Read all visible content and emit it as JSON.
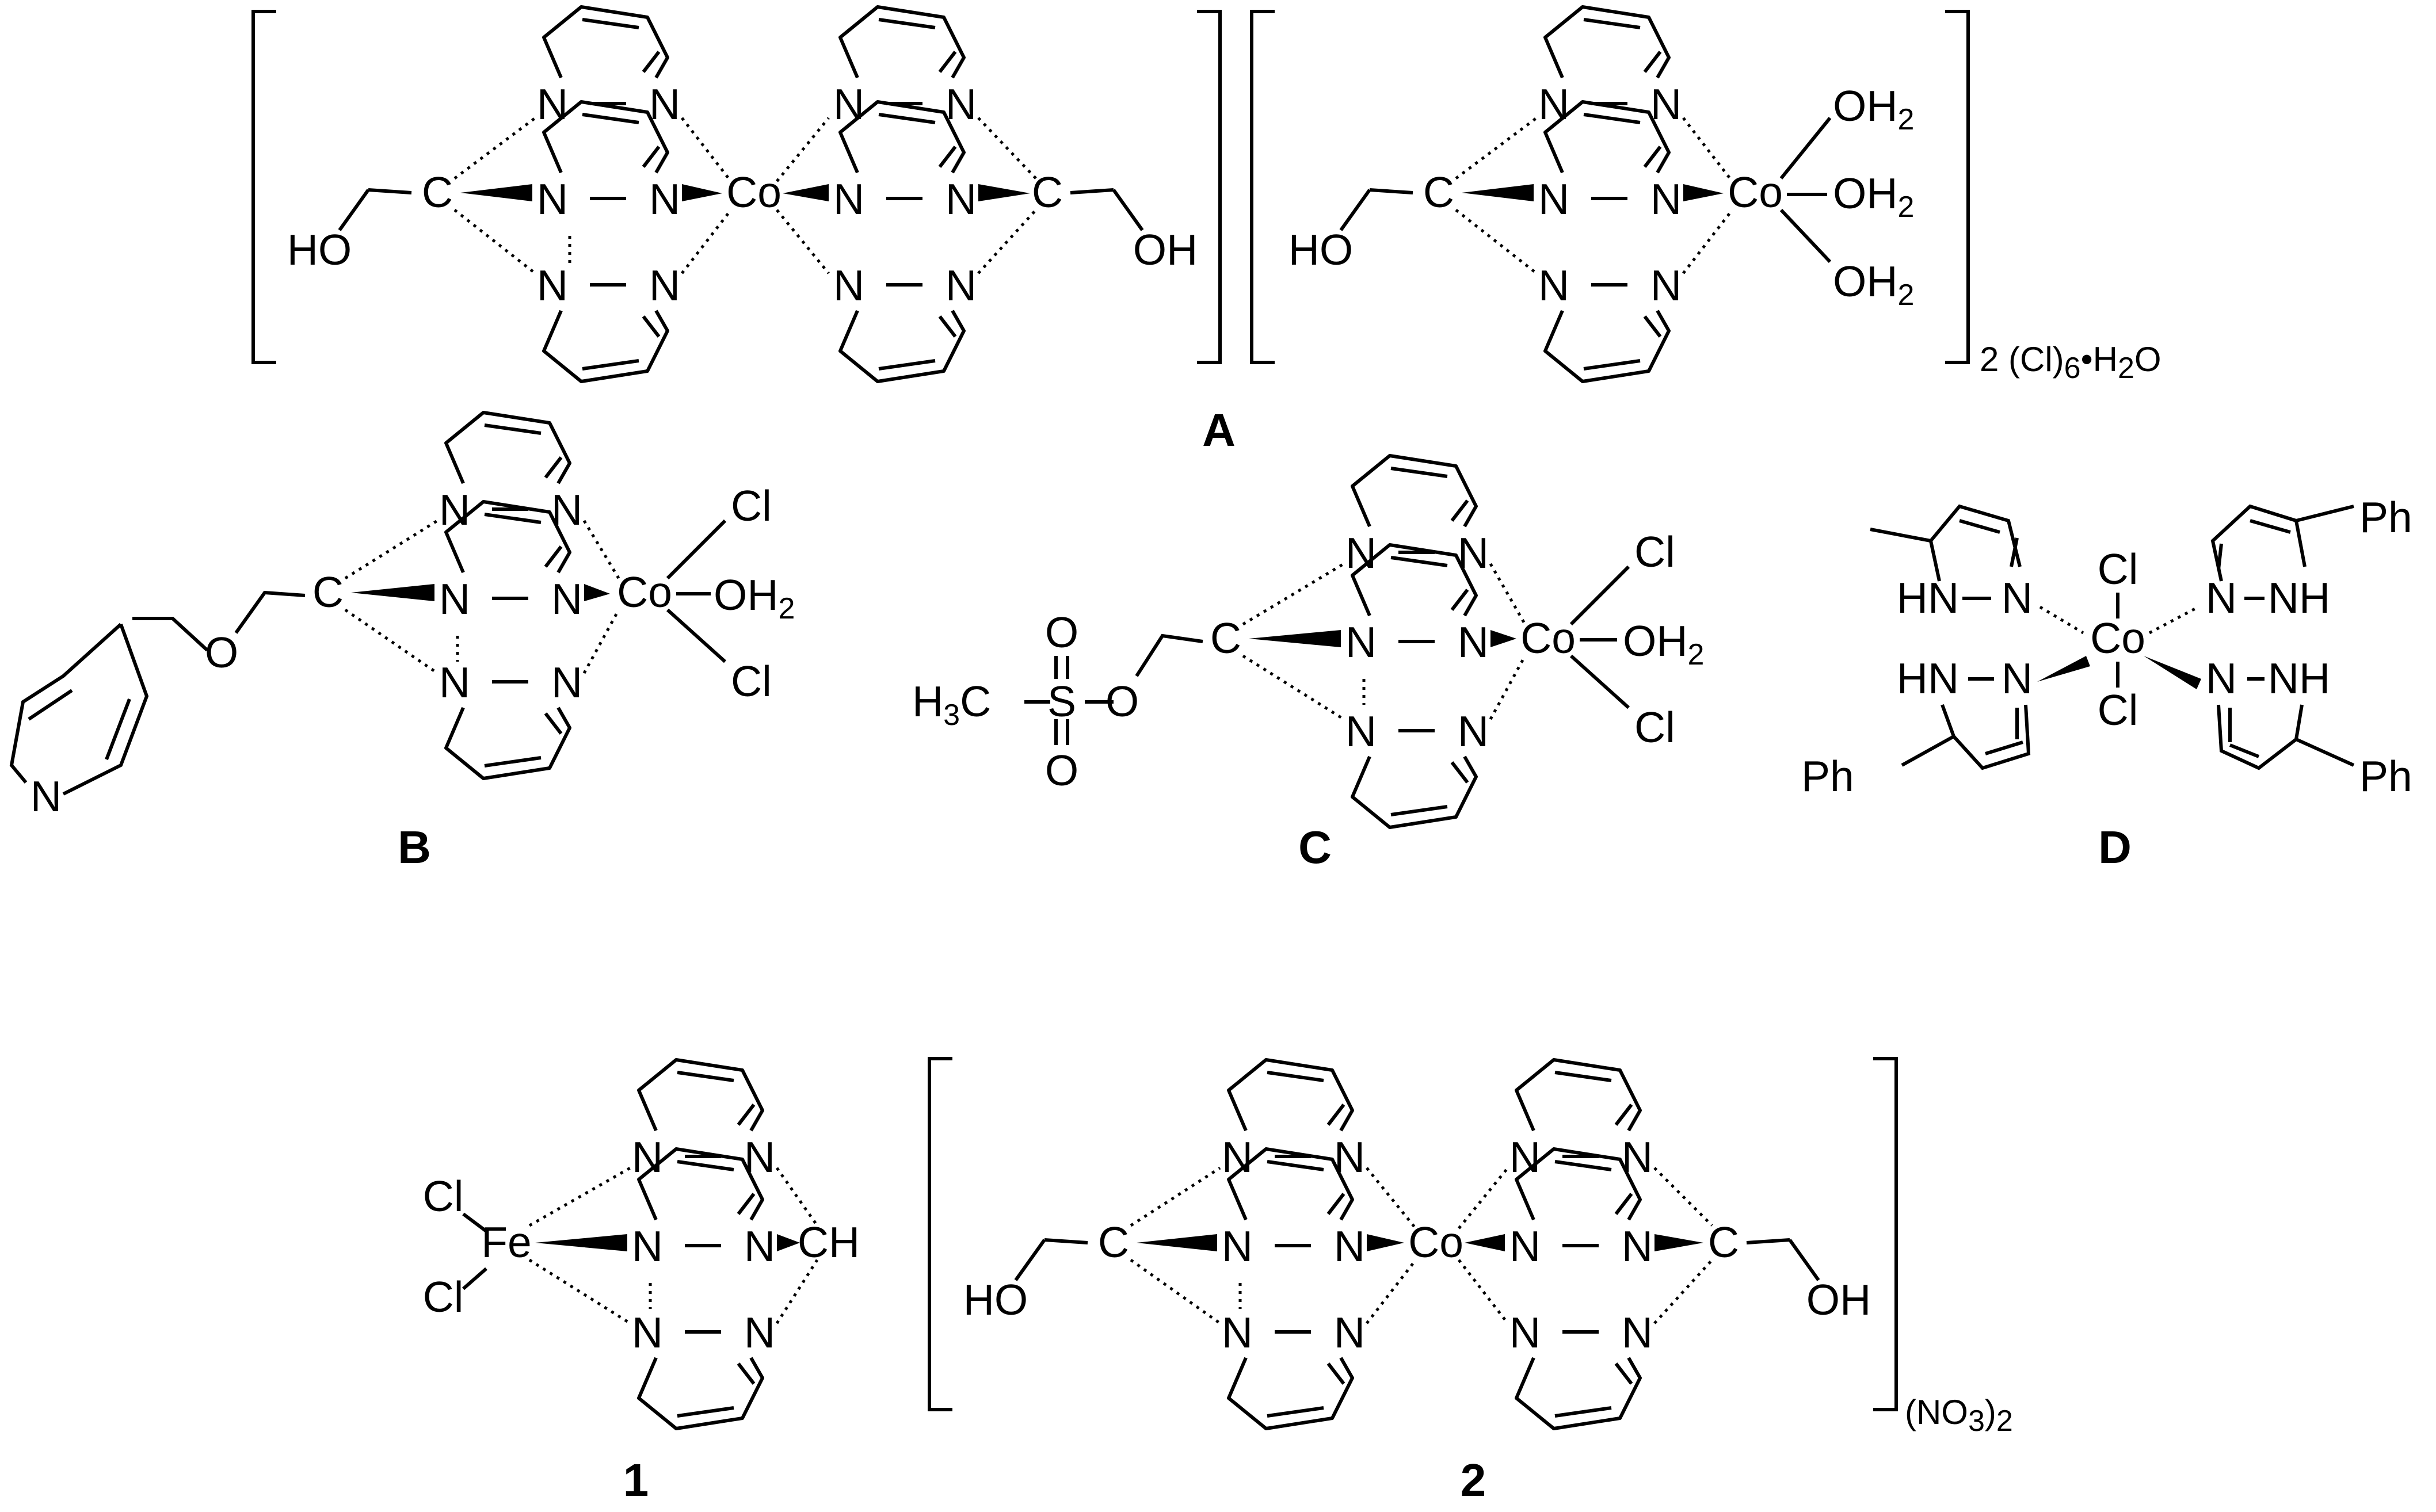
{
  "compounds": {
    "A": {
      "label": "A",
      "counter_ion": {
        "pre": "2 (Cl)",
        "sub": "6",
        "mid": "•H",
        "sub2": "2",
        "post": "O"
      },
      "ligand_OH_left": "HO",
      "ligand_OH_right": "OH",
      "aqua_ligand": "OH",
      "aqua_sub": "2"
    },
    "B": {
      "label": "B",
      "pyridine_N": "N",
      "ether_O": "O"
    },
    "C": {
      "label": "C",
      "methyl": "H",
      "methyl_sub": "3",
      "methyl_C": "C",
      "sulfur": "S",
      "oxygen": "O"
    },
    "D": {
      "label": "D",
      "phenyl": "Ph",
      "nh": "NH",
      "hn": "HN"
    },
    "1": {
      "label": "1",
      "metal": "Fe",
      "ch": "CH"
    },
    "2": {
      "label": "2",
      "counter_ion": {
        "pre": "(NO",
        "sub": "3",
        "post": ")",
        "sub2": "2"
      }
    }
  },
  "atoms": {
    "N": "N",
    "C": "C",
    "Co": "Co",
    "Cl": "Cl",
    "HO": "HO",
    "OH": "OH"
  },
  "colors": {
    "ink": "#000000",
    "background": "#ffffff"
  }
}
